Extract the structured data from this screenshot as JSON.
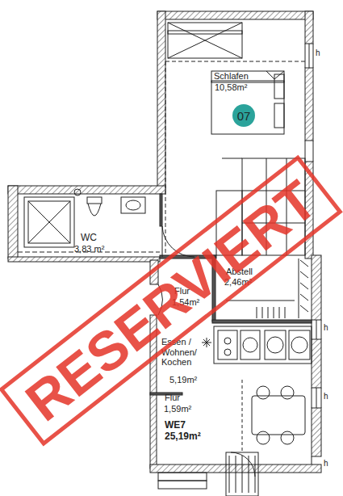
{
  "diagram": {
    "nodes": [
      {
        "text": [
          "07"
        ]
      },
      {
        "text": [
          "07"
        ]
      },
      {
        "text": [
          "07"
        ]
      },
      {
        "text": [
          "07"
        ]
      },
      {
        "text": [
          "07"
        ]
      },
      {
        "text": [
          "07"
        ]
      }
    ],
    "labels": [
      "Schlafen",
      "10,58m²",
      "WC",
      "3,83 m²",
      "Abstell",
      "2,46m²",
      "Flur",
      "1,54m²",
      "Essen / Wohnen/ Kochen",
      "5,19m²",
      "Flur",
      "1,59m²",
      "WE7",
      "25,19m²",
      "RESERVIERT",
      "h",
      "h",
      "h",
      "h"
    ]
  }
}
